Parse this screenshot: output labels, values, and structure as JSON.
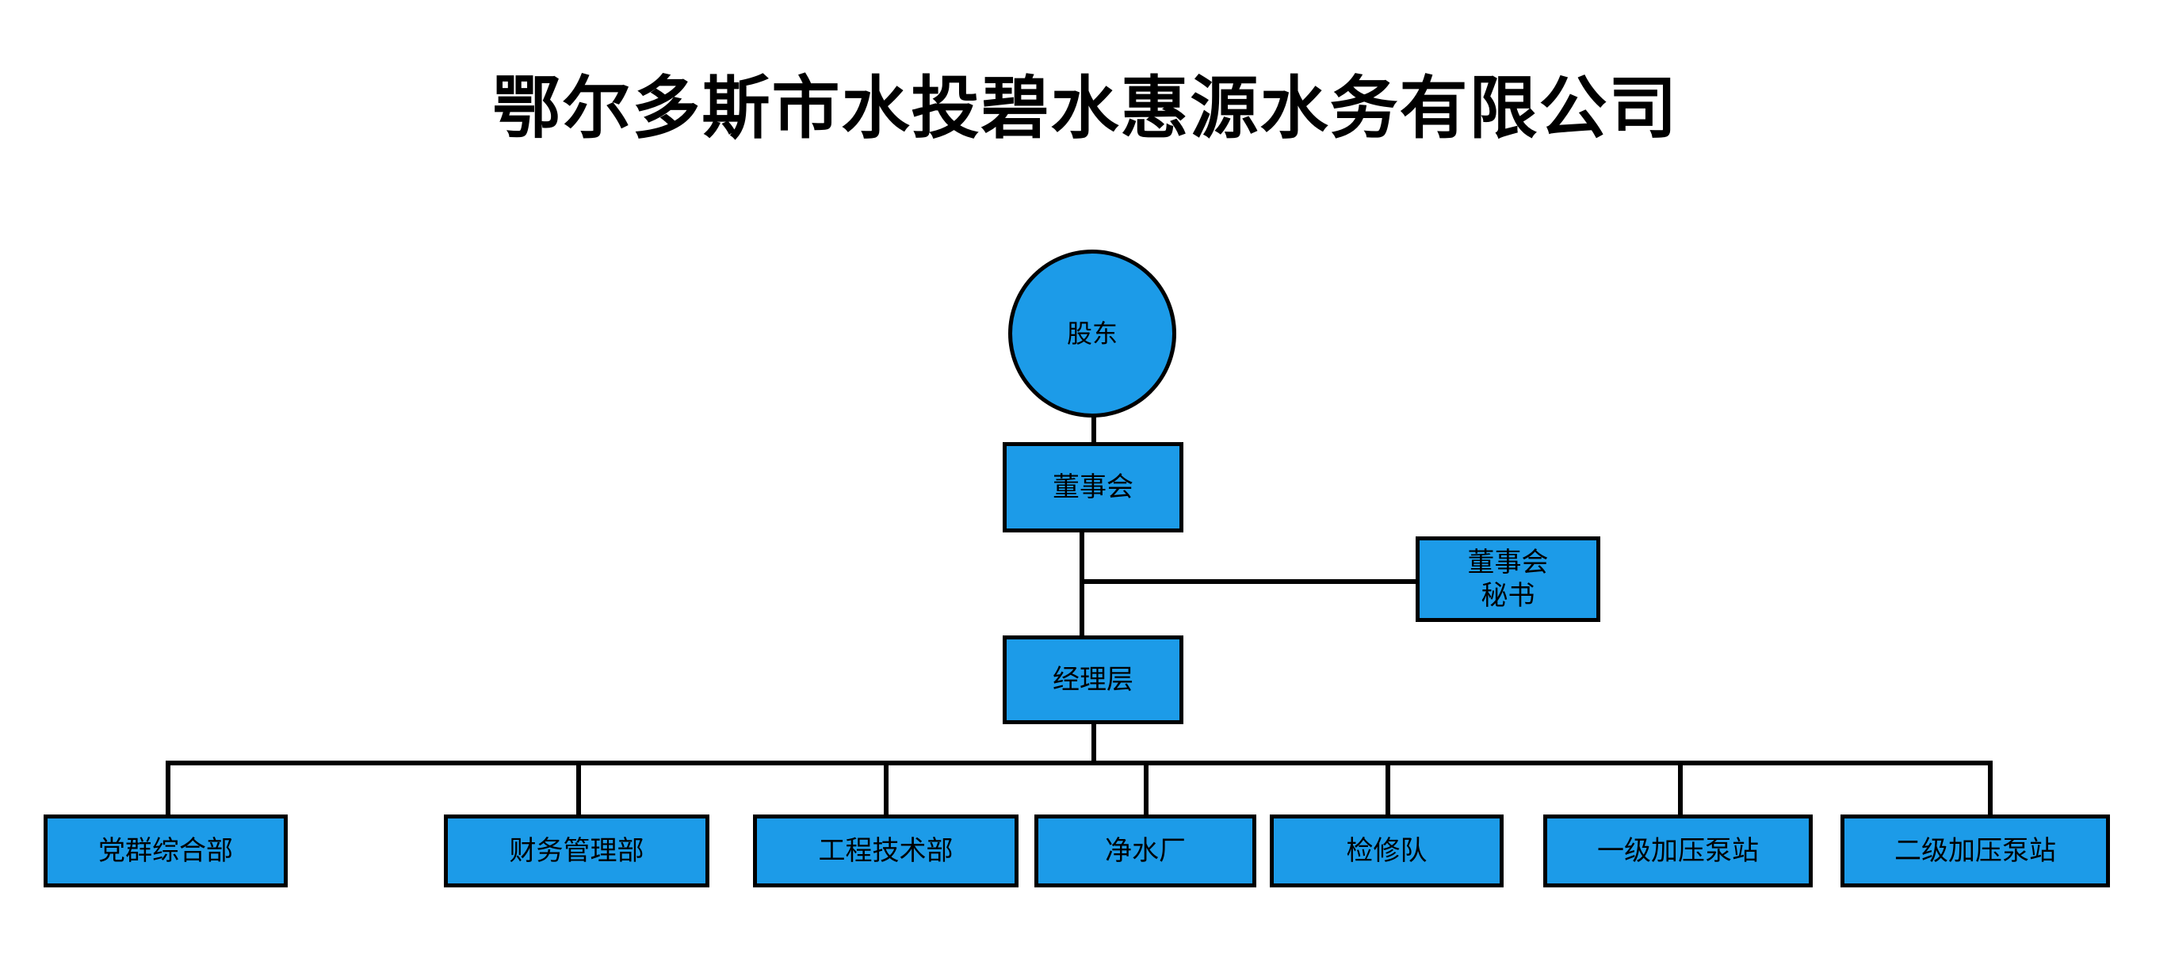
{
  "title": "鄂尔多斯市水投碧水惠源水务有限公司",
  "colors": {
    "node_fill": "#1c9be8",
    "node_border": "#000000",
    "connector": "#000000",
    "background": "#ffffff",
    "text": "#000000"
  },
  "chart_data": {
    "type": "diagram",
    "diagram_type": "organization-chart",
    "title": "鄂尔多斯市水投碧水惠源水务有限公司",
    "orientation": "top-down",
    "levels": 4,
    "nodes": [
      {
        "id": "shareholders",
        "label": "股东",
        "shape": "circle",
        "level": 0
      },
      {
        "id": "board",
        "label": "董事会",
        "shape": "rect",
        "level": 1
      },
      {
        "id": "board-secretary",
        "label": "董事会\n秘书",
        "shape": "rect",
        "level": 1,
        "staff": true
      },
      {
        "id": "management",
        "label": "经理层",
        "shape": "rect",
        "level": 2
      },
      {
        "id": "dept-1",
        "label": "党群综合部",
        "shape": "rect",
        "level": 3
      },
      {
        "id": "dept-2",
        "label": "财务管理部",
        "shape": "rect",
        "level": 3
      },
      {
        "id": "dept-3",
        "label": "工程技术部",
        "shape": "rect",
        "level": 3
      },
      {
        "id": "dept-4",
        "label": "净水厂",
        "shape": "rect",
        "level": 3
      },
      {
        "id": "dept-5",
        "label": "检修队",
        "shape": "rect",
        "level": 3
      },
      {
        "id": "dept-6",
        "label": "一级加压泵站",
        "shape": "rect",
        "level": 3
      },
      {
        "id": "dept-7",
        "label": "二级加压泵站",
        "shape": "rect",
        "level": 3
      }
    ],
    "edges": [
      {
        "from": "shareholders",
        "to": "board"
      },
      {
        "from": "board",
        "to": "management"
      },
      {
        "from": "board",
        "to": "board-secretary",
        "style": "staff-branch"
      },
      {
        "from": "management",
        "to": "dept-1"
      },
      {
        "from": "management",
        "to": "dept-2"
      },
      {
        "from": "management",
        "to": "dept-3"
      },
      {
        "from": "management",
        "to": "dept-4"
      },
      {
        "from": "management",
        "to": "dept-5"
      },
      {
        "from": "management",
        "to": "dept-6"
      },
      {
        "from": "management",
        "to": "dept-7"
      }
    ]
  },
  "nodes": {
    "shareholders": {
      "label": "股东"
    },
    "board": {
      "label": "董事会"
    },
    "board_secretary": {
      "label": "董事会\n秘书"
    },
    "management": {
      "label": "经理层"
    },
    "departments": [
      {
        "label": "党群综合部"
      },
      {
        "label": "财务管理部"
      },
      {
        "label": "工程技术部"
      },
      {
        "label": "净水厂"
      },
      {
        "label": "检修队"
      },
      {
        "label": "一级加压泵站"
      },
      {
        "label": "二级加压泵站"
      }
    ]
  }
}
